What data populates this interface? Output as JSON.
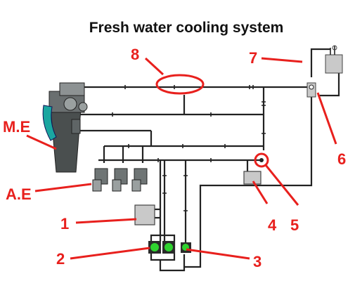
{
  "title": "Fresh water cooling system",
  "labels": {
    "me": "M.E",
    "ae": "A.E",
    "n1": "1",
    "n2": "2",
    "n3": "3",
    "n4": "4",
    "n5": "5",
    "n6": "6",
    "n7": "7",
    "n8": "8"
  },
  "colors": {
    "label": "#e8201d",
    "pipe": "#222222",
    "tank": "#c9c9c9",
    "pump_green": "#2fd32f",
    "engine_teal": "#1aa6a0"
  }
}
